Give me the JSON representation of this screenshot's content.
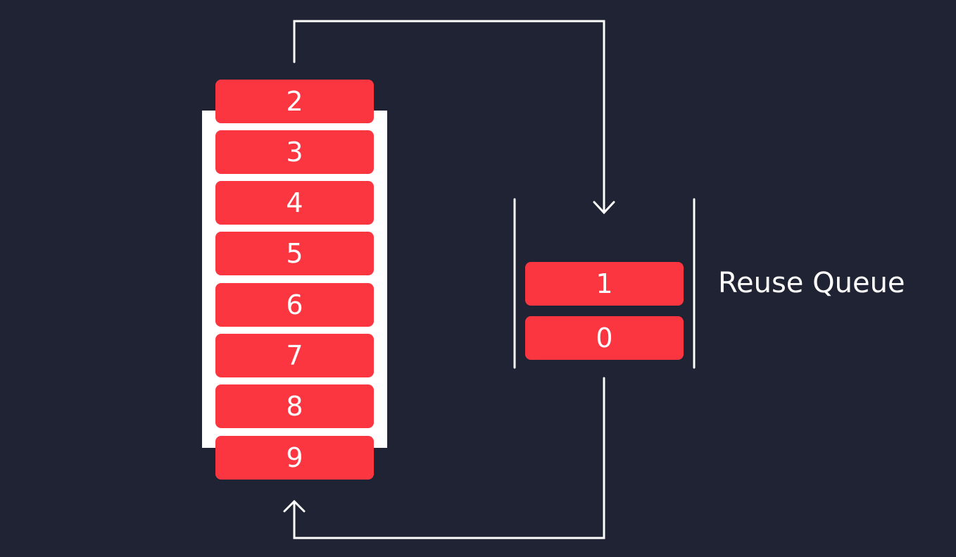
{
  "list": {
    "cells": [
      "2",
      "3",
      "4",
      "5",
      "6",
      "7",
      "8",
      "9"
    ]
  },
  "queue": {
    "label": "Reuse Queue",
    "cells": [
      "1",
      "0"
    ]
  },
  "colors": {
    "background": "#1f2333",
    "cell": "#fb3640",
    "stroke": "#ffffff"
  }
}
